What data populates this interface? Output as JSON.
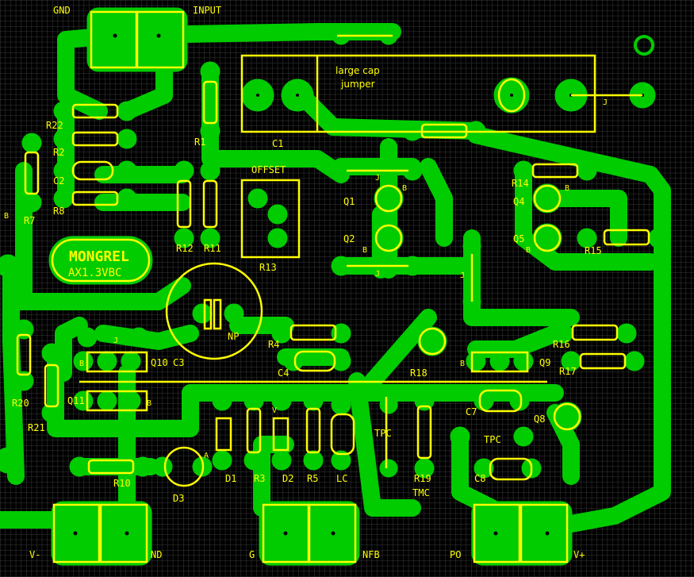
{
  "board": {
    "colors": {
      "background": "#000000",
      "grid": "#3a3a3a",
      "copper": "#00cc00",
      "silkscreen": "#ffff00",
      "drill": "#000000"
    },
    "logo": {
      "title": "MONGREL",
      "subtitle": "AX1.3VBC"
    },
    "connectors": {
      "gnd": "GND",
      "input": "INPUT",
      "v_minus": "V-",
      "nd": "ND",
      "g": "G",
      "nfb": "NFB",
      "po": "PO",
      "v_plus": "V+"
    },
    "notes": {
      "large_cap_1": "large cap",
      "large_cap_2": "jumper",
      "offset": "OFFSET",
      "np": "NP",
      "tpc_1": "TPC",
      "tpc_2": "TPC",
      "tmc": "TMC"
    },
    "components": {
      "r1": "R1",
      "r2": "R2",
      "r3": "R3",
      "r4": "R4",
      "r5": "R5",
      "r7": "R7",
      "r8": "R8",
      "r10": "R10",
      "r11": "R11",
      "r12": "R12",
      "r13": "R13",
      "r14": "R14",
      "r15": "R15",
      "r16": "R16",
      "r17": "R17",
      "r18": "R18",
      "r19": "R19",
      "r20": "R20",
      "r21": "R21",
      "r22": "R22",
      "c1": "C1",
      "c2": "C2",
      "c3": "C3",
      "c4": "C4",
      "c7": "C7",
      "c8": "C8",
      "q1": "Q1",
      "q2": "Q2",
      "q4": "Q4",
      "q5": "Q5",
      "q8": "Q8",
      "q9": "Q9",
      "q10": "Q10",
      "q11": "Q11",
      "d1": "D1",
      "d2": "D2",
      "d3": "D3",
      "lc": "LC"
    },
    "pin_marks": {
      "b": "B",
      "j": "J",
      "a": "A",
      "v": "V"
    }
  }
}
